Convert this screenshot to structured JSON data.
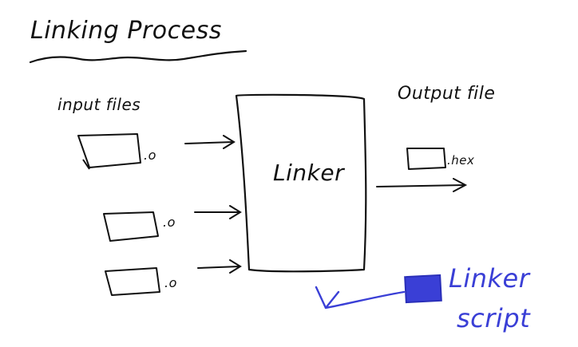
{
  "title": "Linking Process",
  "labels": {
    "input_files": "input files",
    "output_file": "Output file",
    "linker": "Linker",
    "linker_script_line1": "Linker",
    "linker_script_line2": "script"
  },
  "inputs": [
    {
      "ext": ".o"
    },
    {
      "ext": ".o"
    },
    {
      "ext": ".o"
    }
  ],
  "output": {
    "ext": ".hex"
  },
  "colors": {
    "ink": "#111111",
    "accent": "#3a3fd6"
  }
}
